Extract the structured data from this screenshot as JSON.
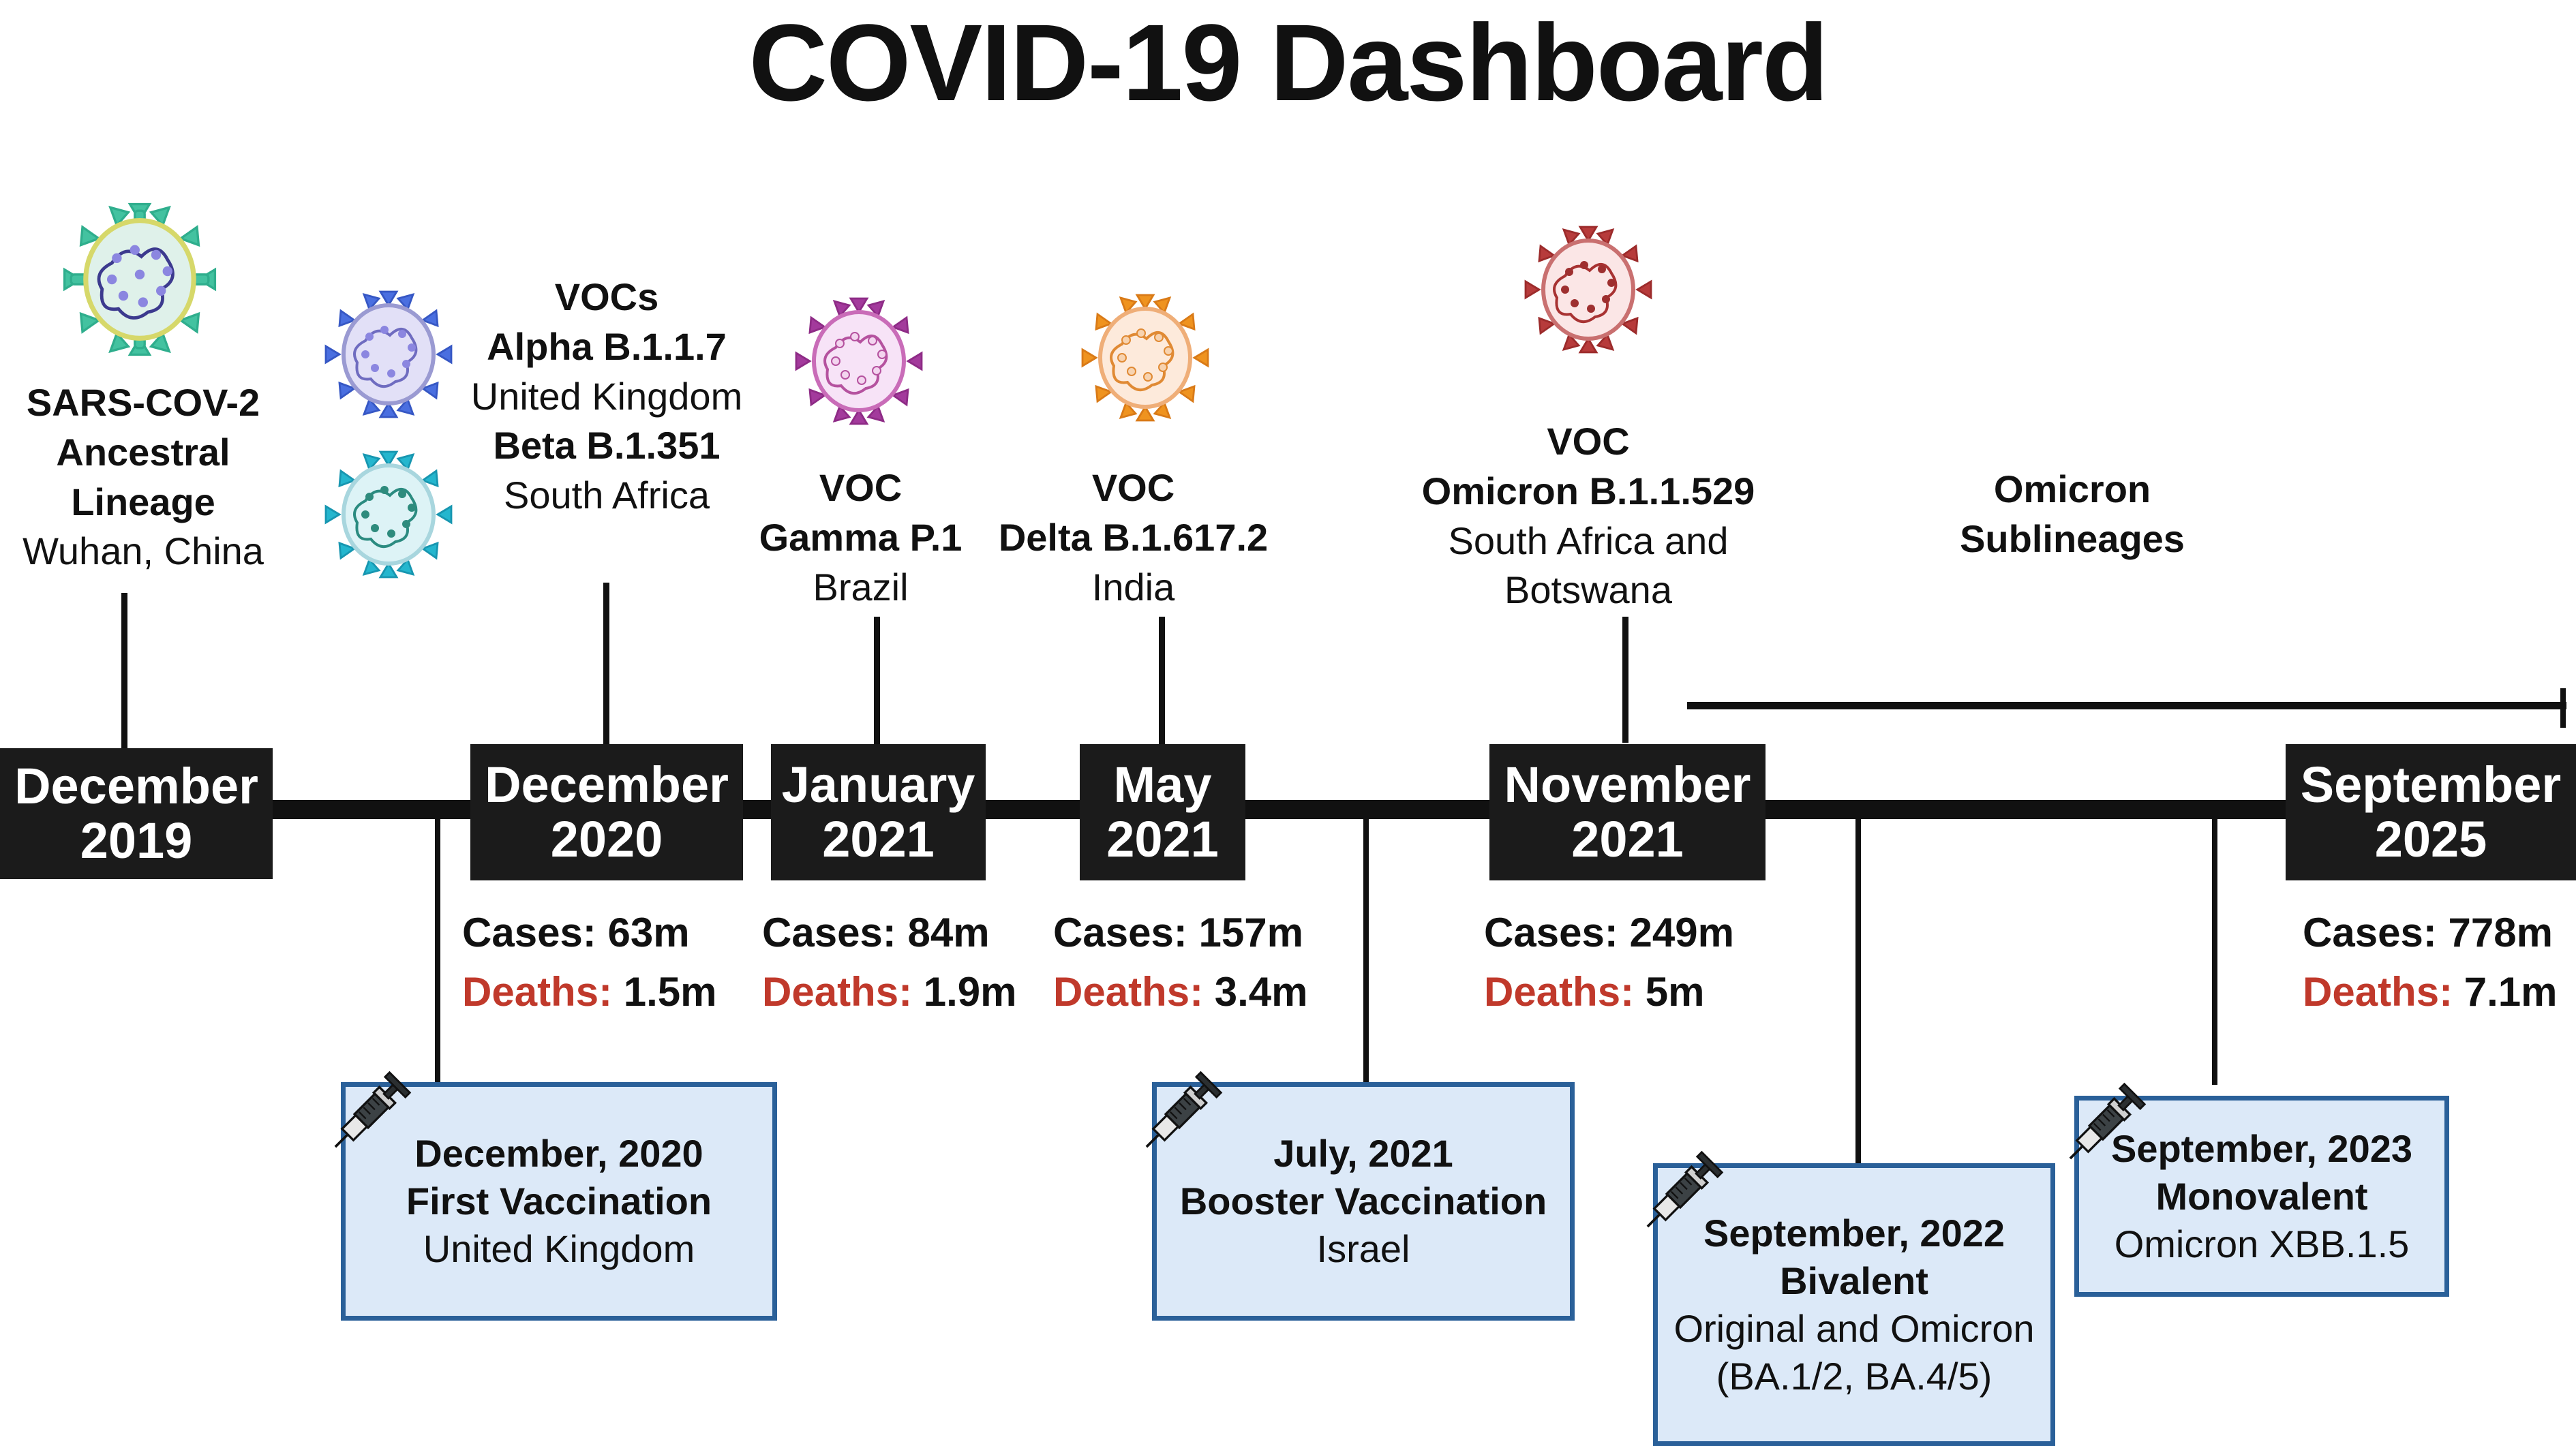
{
  "title": "COVID-19 Dashboard",
  "colors": {
    "timeline": "#111111",
    "deaths_red": "#c0392b",
    "vax_box_fill": "#dce9f8",
    "vax_box_border": "#2a6099"
  },
  "timeline": {
    "milestones": [
      {
        "month": "December",
        "year": "2019",
        "cases": null,
        "deaths": null
      },
      {
        "month": "December",
        "year": "2020",
        "cases": "Cases: 63m",
        "deaths_label": "Deaths:",
        "deaths_value": " 1.5m"
      },
      {
        "month": "January",
        "year": "2021",
        "cases": "Cases: 84m",
        "deaths_label": "Deaths:",
        "deaths_value": " 1.9m"
      },
      {
        "month": "May",
        "year": "2021",
        "cases": "Cases: 157m",
        "deaths_label": "Deaths:",
        "deaths_value": " 3.4m"
      },
      {
        "month": "November",
        "year": "2021",
        "cases": "Cases: 249m",
        "deaths_label": "Deaths:",
        "deaths_value": " 5m"
      },
      {
        "month": "September",
        "year": "2025",
        "cases": "Cases: 778m",
        "deaths_label": "Deaths:",
        "deaths_value": " 7.1m"
      }
    ]
  },
  "variants": {
    "ancestral": {
      "name": "SARS-COV-2",
      "line2": "Ancestral",
      "line3": "Lineage",
      "origin": "Wuhan, China",
      "icon": "coronavirus-icon-green"
    },
    "vocs_group": {
      "heading": "VOCs",
      "alpha_name": "Alpha B.1.1.7",
      "alpha_origin": "United Kingdom",
      "beta_name": "Beta B.1.351",
      "beta_origin": "South Africa",
      "alpha_icon": "coronavirus-icon-blue",
      "beta_icon": "coronavirus-icon-teal"
    },
    "gamma": {
      "heading": "VOC",
      "name": "Gamma P.1",
      "origin": "Brazil",
      "icon": "coronavirus-icon-magenta"
    },
    "delta": {
      "heading": "VOC",
      "name": "Delta B.1.617.2",
      "origin": "India",
      "icon": "coronavirus-icon-orange"
    },
    "omicron": {
      "heading": "VOC",
      "name": "Omicron B.1.1.529",
      "origin_line1": "South Africa and",
      "origin_line2": "Botswana",
      "icon": "coronavirus-icon-red"
    },
    "sublineages": {
      "line1": "Omicron",
      "line2": "Sublineages"
    }
  },
  "vaccinations": [
    {
      "date": "December, 2020",
      "name": "First  Vaccination",
      "detail": "United Kingdom",
      "icon": "syringe-icon"
    },
    {
      "date": "July, 2021",
      "name": "Booster Vaccination",
      "detail": "Israel",
      "icon": "syringe-icon"
    },
    {
      "date": "September, 2022",
      "name": "Bivalent",
      "detail": "Original and Omicron (BA.1/2, BA.4/5)",
      "icon": "syringe-icon"
    },
    {
      "date": "September, 2023",
      "name": "Monovalent",
      "detail": "Omicron XBB.1.5",
      "icon": "syringe-icon"
    }
  ]
}
